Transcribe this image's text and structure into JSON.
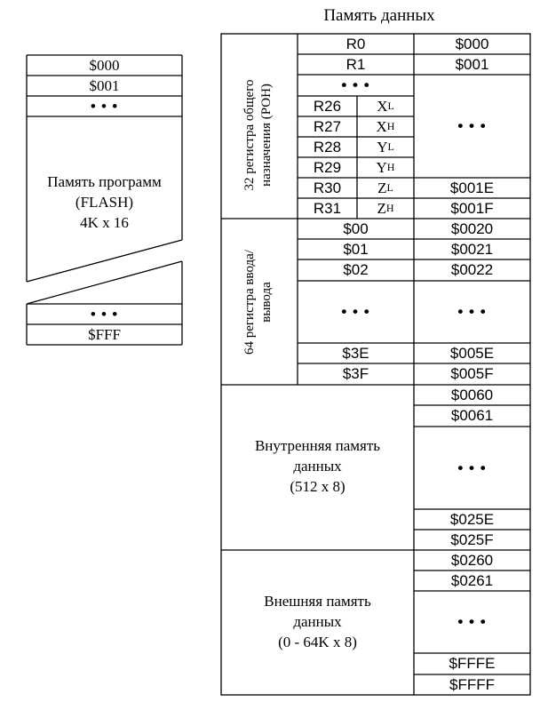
{
  "title": "Память данных",
  "flash": {
    "addr_top": [
      "$000",
      "$001"
    ],
    "dots": "• • •",
    "label_lines": [
      "Память программ",
      "(FLASH)",
      "4K x 16"
    ],
    "bottom_dots": "• • •",
    "addr_end": "$FFF"
  },
  "rpon": {
    "label_lines": [
      "32 регистра общего",
      "назначения (РОН)"
    ],
    "rows": [
      {
        "reg": "R0",
        "addr": "$000"
      },
      {
        "reg": "R1",
        "addr": "$001"
      }
    ],
    "dots": "• • •",
    "pairs": [
      {
        "reg": "R26",
        "ptr": "X",
        "half": "L"
      },
      {
        "reg": "R27",
        "ptr": "X",
        "half": "H"
      },
      {
        "reg": "R28",
        "ptr": "Y",
        "half": "L"
      },
      {
        "reg": "R29",
        "ptr": "Y",
        "half": "H"
      },
      {
        "reg": "R30",
        "ptr": "Z",
        "half": "L"
      },
      {
        "reg": "R31",
        "ptr": "Z",
        "half": "H"
      }
    ],
    "addr_mid_dots": "• • •",
    "addr_r30": "$001E",
    "addr_r31": "$001F"
  },
  "io": {
    "label_lines": [
      "64 регистра ввода/",
      "вывода"
    ],
    "regs_top": [
      "$00",
      "$01",
      "$02"
    ],
    "addrs_top": [
      "$0020",
      "$0021",
      "$0022"
    ],
    "dots": "• • •",
    "regs_bottom": [
      "$3E",
      "$3F"
    ],
    "addrs_bottom": [
      "$005E",
      "$005F"
    ]
  },
  "sram": {
    "label_lines": [
      "Внутренняя память",
      "данных",
      "(512 x 8)"
    ],
    "addrs_top": [
      "$0060",
      "$0061"
    ],
    "dots": "• • •",
    "addrs_bottom": [
      "$025E",
      "$025F"
    ]
  },
  "xram": {
    "label_lines": [
      "Внешняя память",
      "данных",
      "(0 - 64K x 8)"
    ],
    "addrs_top": [
      "$0260",
      "$0261"
    ],
    "dots": "• • •",
    "addrs_bottom": [
      "$FFFE",
      "$FFFF"
    ]
  }
}
